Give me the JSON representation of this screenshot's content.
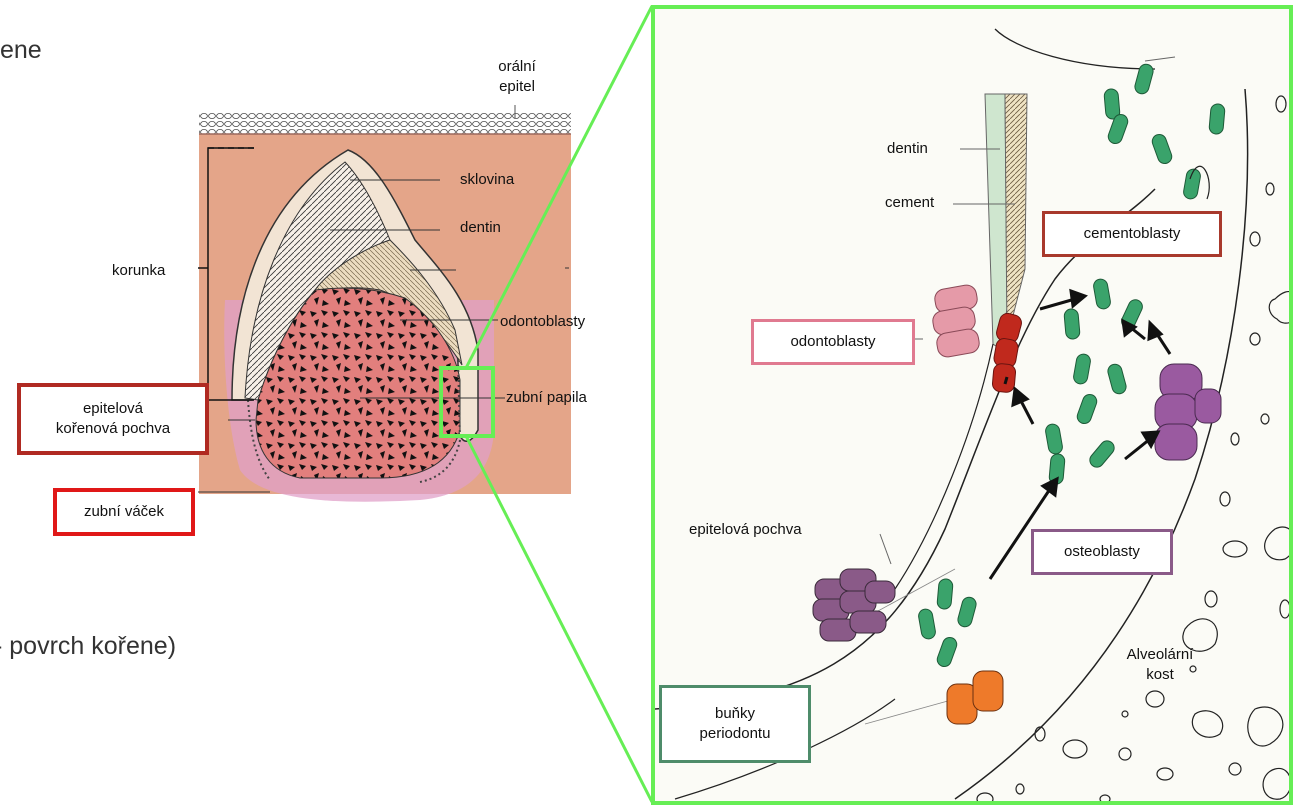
{
  "slide": {
    "text_top": "ene",
    "text_bottom": "- povrch kořene)"
  },
  "left_diagram": {
    "label_oral_epithelium_line1": "orální",
    "label_oral_epithelium_line2": "epitel",
    "label_enamel": "sklovina",
    "label_dentin": "dentin",
    "label_crown": "korunka",
    "label_odontoblasts": "odontoblasty",
    "label_dental_papilla": "zubní papila",
    "box_root_sheath_line1": "epitelová",
    "box_root_sheath_line2": "kořenová pochva",
    "box_dental_follicle": "zubní váček"
  },
  "right_diagram": {
    "label_dentin": "dentin",
    "label_cement": "cement",
    "box_cementoblasts": "cementoblasty",
    "box_odontoblasts": "odontoblasty",
    "label_epithelial_sheath": "epitelová pochva",
    "box_osteoblasts": "osteoblasty",
    "box_periodontal_cells_line1": "buňky",
    "box_periodontal_cells_line2": "periodontu",
    "label_alveolar_bone_line1": "Alveolární",
    "label_alveolar_bone_line2": "kost"
  },
  "colors": {
    "highlight_green": "#66ee55",
    "box_dark_red": "#b02a22",
    "box_red": "#e01818",
    "box_brown_red": "#a8392c",
    "box_pink": "#e07a90",
    "box_purple": "#8a5a88",
    "box_teal": "#4e8c6a",
    "tissue_salmon": "#e4a589",
    "papilla_pink": "#e27f7d",
    "follicle_pink": "#e0a0c8",
    "cell_green": "#3aa36b",
    "cell_purple": "#9a5aa0",
    "cell_red": "#c0291d",
    "cell_pink": "#e59aa8",
    "cell_orange": "#ee7a2a"
  }
}
